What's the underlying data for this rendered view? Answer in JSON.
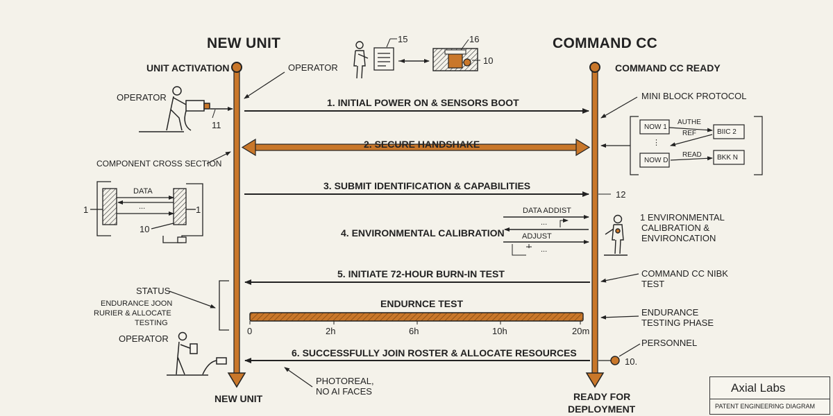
{
  "colors": {
    "accent": "#c9772a",
    "ink": "#222222",
    "background": "#f4f2ea"
  },
  "lifelines": {
    "left": {
      "title": "NEW UNIT",
      "top_label": "UNIT ACTIVATION",
      "bottom_label": "NEW UNIT"
    },
    "right": {
      "title": "COMMAND CC",
      "top_label": "COMMAND CC READY",
      "bottom_label_1": "READY FOR",
      "bottom_label_2": "DEPLOYMENT"
    }
  },
  "messages": [
    {
      "label": "1. INITIAL POWER ON & SENSORS BOOT",
      "direction": "right"
    },
    {
      "label": "2. SECURE HANDSHAKE",
      "direction": "both"
    },
    {
      "label": "3. SUBMIT IDENTIFICATION & CAPABILITIES",
      "direction": "right"
    },
    {
      "label": "4. ENVIRONMENTAL CALIBRATION",
      "direction": "left"
    },
    {
      "label": "5. INITIATE 72-HOUR BURN-IN TEST",
      "direction": "left"
    },
    {
      "label": "6. SUCCESSFULLY JOIN ROSTER & ALLOCATE RESOURCES",
      "direction": "left"
    }
  ],
  "top_figure": {
    "ref_a": "15",
    "ref_b": "16",
    "ref_c": "10"
  },
  "left_annotations": {
    "operator_top": "OPERATOR",
    "operator_left": "OPERATOR",
    "ref_11": "11",
    "cross_section": "COMPONENT CROSS SECTION",
    "cs_data": "DATA",
    "cs_dots": "...",
    "cs_ref_left": "1",
    "cs_ref_right": "1",
    "cs_ref_10": "10",
    "status": "STATUS",
    "status_note_1": "ENDURANCE JOON",
    "status_note_2": "RURIER & ALLOCATE",
    "status_note_3": "TESTING",
    "operator_bottom": "OPERATOR",
    "photoreal_1": "PHOTOREAL,",
    "photoreal_2": "NO AI FACES"
  },
  "right_annotations": {
    "protocol": "MINI BLOCK PROTOCOL",
    "p_now1": "NOW 1",
    "p_dots": "⋮",
    "p_nowd": "NOW D",
    "p_authe": "AUTHE",
    "p_ref": "REF",
    "p_read": "READ",
    "p_bic2": "BIIC 2",
    "p_bkn": "BKK N",
    "ref_12": "12",
    "env_1": "1 ENVIRONMENTAL",
    "env_2": "CALIBRATION &",
    "env_3": "ENVIRONCATION",
    "data_addist": "DATA ADDIST",
    "adjust": "ADJUST",
    "dots_a": "...",
    "dots_b": "...",
    "cc_nbk_1": "COMMAND CC NIBK",
    "cc_nbk_2": "TEST",
    "endurance_1": "ENDURANCE",
    "endurance_2": "TESTING PHASE",
    "personnel": "PERSONNEL",
    "ref_10": "10."
  },
  "endurance_bar": {
    "title": "ENDURNCE TEST",
    "ticks": [
      "0",
      "2h",
      "6h",
      "10h",
      "20m"
    ]
  },
  "brand": {
    "name": "Axial Labs",
    "tagline": "PATENT ENGINEERING DIAGRAM",
    "icon": "triangle-a-logo"
  }
}
